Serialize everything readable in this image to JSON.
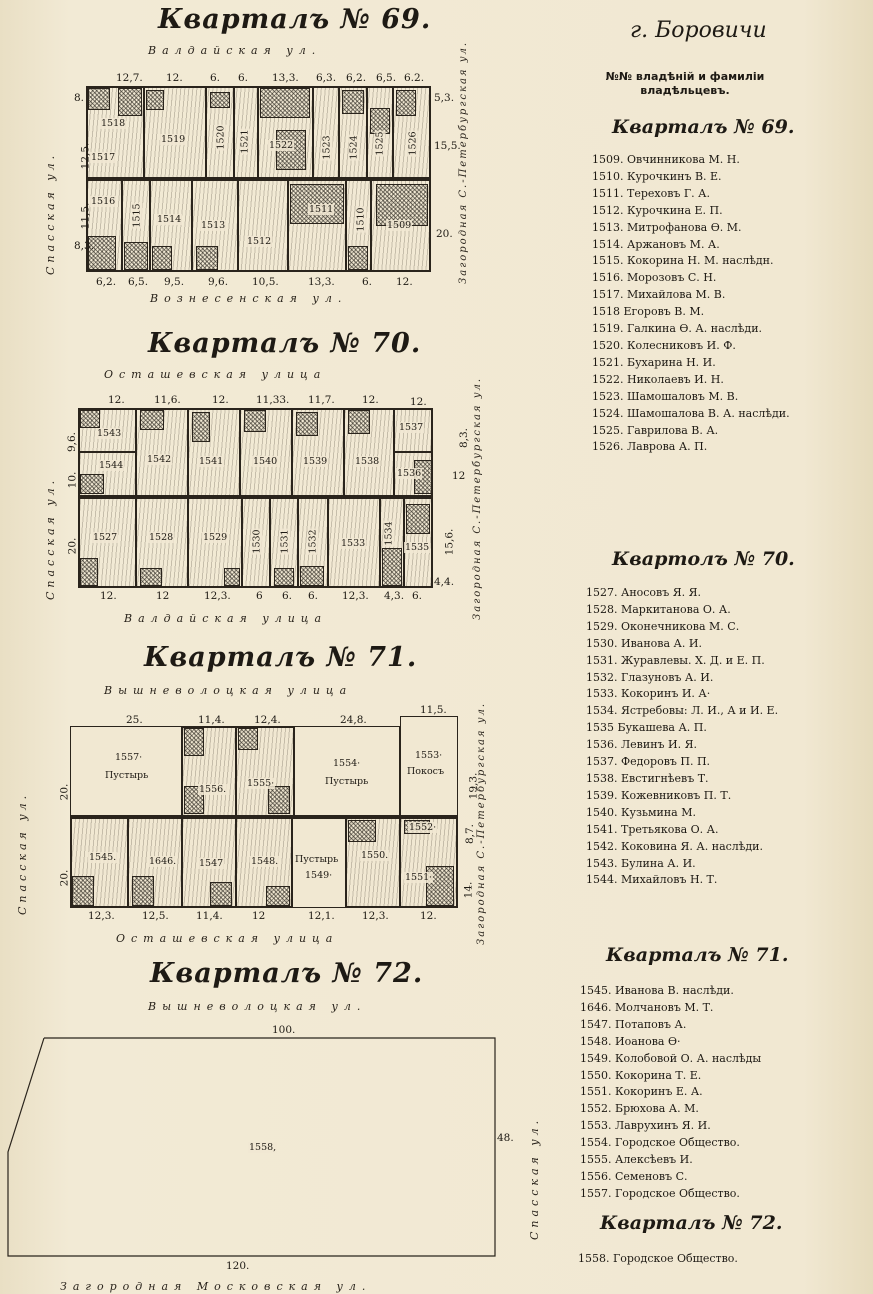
{
  "city": "г. Боровичи",
  "list_header": "№№ владѣній и фамиліи владѣльцевъ.",
  "map": {
    "q69": {
      "title": "Кварталъ № 69.",
      "street_top": "Валдайская ул.",
      "street_bottom": "Вознесенская ул.",
      "street_left": "Спасская ул.",
      "street_right": "Загородная С.-Петербургская ул.",
      "top_dims": [
        "12,7.",
        "12.",
        "6.",
        "6.",
        "13,3.",
        "6,3.",
        "6,2.",
        "6,5.",
        "6.2."
      ],
      "bottom_dims": [
        "6,2.",
        "6,5.",
        "9,5.",
        "9,6.",
        "10,5.",
        "13,3.",
        "6.",
        "12."
      ],
      "left_dims": [
        "8.",
        "12,5.",
        "11,5.",
        "8,3."
      ],
      "right_dims": [
        "5,3.",
        "15,5.",
        "20."
      ],
      "lots": [
        "1518",
        "1517",
        "1516",
        "1515",
        "1514",
        "1513",
        "1512",
        "1519",
        "1520",
        "1521",
        "1522",
        "1511",
        "1523",
        "1524",
        "1525",
        "1526",
        "1510",
        "1509"
      ]
    },
    "q70": {
      "title": "Кварталъ № 70.",
      "street_top": "Осташевская улица",
      "street_bottom": "Валдайская улица",
      "street_left": "Спасская ул.",
      "street_right": "Загородная С.-Петербургская ул.",
      "top_dims": [
        "12.",
        "11,6.",
        "12.",
        "11,33.",
        "11,7.",
        "12.",
        "12."
      ],
      "bottom_dims": [
        "12.",
        "12",
        "12,3.",
        "6",
        "6.",
        "6.",
        "12,3.",
        "4,3.",
        "6."
      ],
      "left_dims": [
        "9,6.",
        "10.",
        "20."
      ],
      "right_dims": [
        "8,3.",
        "12",
        "15,6.",
        "4,4."
      ],
      "lots": [
        "1543",
        "1544",
        "1542",
        "1541",
        "1540",
        "1539",
        "1538",
        "1537",
        "1536",
        "1527",
        "1528",
        "1529",
        "1530",
        "1531",
        "1532",
        "1533",
        "1534",
        "1535"
      ]
    },
    "q71": {
      "title": "Кварталъ № 71.",
      "street_top": "Вышневолоцкая улица",
      "street_bottom": "Осташевская улица",
      "street_left": "Спасская ул.",
      "street_right": "Загородная С.-Петербургская ул.",
      "top_dims": [
        "25.",
        "11,4.",
        "12,4.",
        "24,8.",
        "11,5."
      ],
      "bottom_dims": [
        "12,3.",
        "12,5.",
        "11,4.",
        "12",
        "12,1.",
        "12,3.",
        "12."
      ],
      "left_dims": [
        "20.",
        "20."
      ],
      "right_dims": [
        "19,3.",
        "8,7.",
        "14."
      ],
      "lots": {
        "l1557": "1557·",
        "pustyr": "Пустырь",
        "l1556": "1556.",
        "l1555": "1555·",
        "l1554": "1554·",
        "pustyr2": "Пустырь",
        "l1553": "1553·",
        "pokos": "Покосъ",
        "l1552": "1552·",
        "l1545": "1545.",
        "l1646": "1646.",
        "l1547": "1547",
        "l1548": "1548.",
        "pustyr3": "Пустырь",
        "l1549": "1549·",
        "l1550": "1550.",
        "l1551": "1551·"
      }
    },
    "q72": {
      "title": "Кварталъ № 72.",
      "street_top": "Вышневолоцкая ул.",
      "street_right": "Спасская ул.",
      "street_bottom": "Загородная Московская ул.",
      "top_dim": "100.",
      "bottom_dim": "120.",
      "right_dim": "48.",
      "lot": "1558,"
    }
  },
  "owners": {
    "q69": {
      "title": "Кварталъ № 69.",
      "items": [
        "1509. Овчинникова М. Н.",
        "1510. Курочкинъ В. Е.",
        "1511. Тереховъ Г. А.",
        "1512. Курочкина Е. П.",
        "1513. Митрофанова Ѳ. М.",
        "1514. Аржановъ М. А.",
        "1515. Кокорина Н. М. наслѣдн.",
        "1516. Морозовъ С. Н.",
        "1517. Михайлова М. В.",
        "1518 Егоровъ В. М.",
        "1519. Галкина Ѳ. А. наслѣди.",
        "1520. Колесниковъ И. Ф.",
        "1521. Бухарина Н. И.",
        "1522. Николаевъ И. Н.",
        "1523. Шамошаловъ М. В.",
        "1524. Шамошалова В. А. наслѣди.",
        "1525. Гаврилова В. А.",
        "1526. Лаврова А. П."
      ]
    },
    "q70": {
      "title": "Квартолъ № 70.",
      "items": [
        "1527. Аносовъ Я. Я.",
        "1528. Маркитанова О. А.",
        "1529. Оконечникова М. С.",
        "1530. Иванова А. И.",
        "1531. Журавлевы. Х. Д. и Е. П.",
        "1532. Глазуновъ А. И.",
        "1533. Кокоринъ И. А·",
        "1534. Ястребовы: Л. И., А и И. Е.",
        "1535 Букашева А. П.",
        "1536. Левинъ И. Я.",
        "1537. Федоровъ П. П.",
        "1538. Евстигнѣевъ Т.",
        "1539. Кожевниковъ П. Т.",
        "1540. Кузьмина М.",
        "1541. Третьякова О. А.",
        "1542. Коковина Я. А. наслѣди.",
        "1543. Булина А. И.",
        "1544. Михайловъ Н. Т."
      ]
    },
    "q71": {
      "title": "Кварталъ № 71.",
      "items": [
        "1545. Иванова В. наслѣди.",
        "1646. Молчановъ М. Т.",
        "1547. Потаповъ А.",
        "1548. Иоанова Ѳ·",
        "1549. Колобовой О. А. наслѣды",
        "1550. Кокорина Т. Е.",
        "1551. Кокоринъ Е. А.",
        "1552. Брюхова А. М.",
        "1553. Лаврухинъ Я. И.",
        "1554. Городское Общество.",
        "1555. Алексѣевъ И.",
        "1556. Семеновъ С.",
        "1557. Городское Общество."
      ]
    },
    "q72": {
      "title": "Кварталъ № 72.",
      "items": [
        "1558. Городское Общество."
      ]
    }
  }
}
